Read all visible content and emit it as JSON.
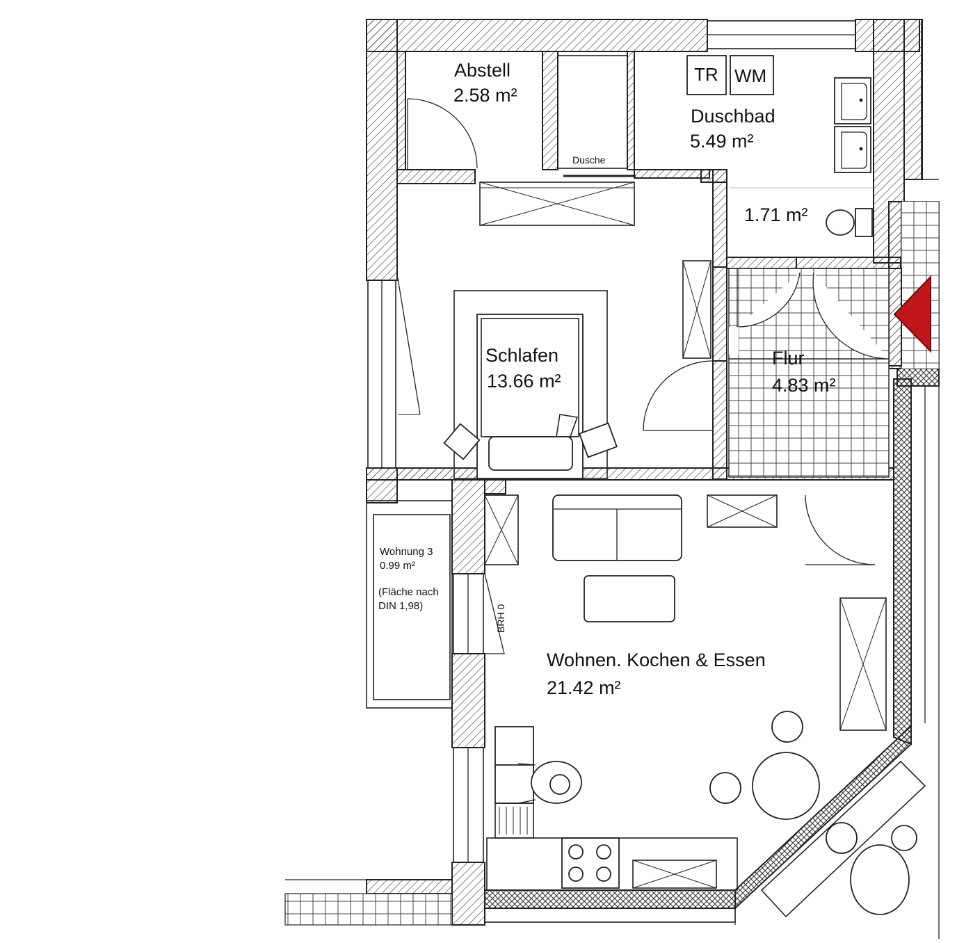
{
  "rooms": {
    "abstell": {
      "name": "Abstell",
      "area": "2.58 m²"
    },
    "dusche": {
      "name": "Dusche"
    },
    "duschbad": {
      "name": "Duschbad",
      "area": "5.49 m²",
      "fixture_tr": "TR",
      "fixture_wm": "WM"
    },
    "wc_area": {
      "area": "1.71 m²"
    },
    "schlafen": {
      "name": "Schlafen",
      "area": "13.66 m²"
    },
    "flur": {
      "name": "Flur",
      "area": "4.83 m²"
    },
    "balkon": {
      "name": "Wohnung 3",
      "area": "0.99 m²",
      "note_line1": "(Fläche nach",
      "note_line2": "DIN 1,98)"
    },
    "wohnen": {
      "name": "Wohnen. Kochen & Essen",
      "area": "21.42 m²"
    },
    "brh": {
      "label": "BRH 0"
    }
  },
  "colors": {
    "wall": "#222222",
    "entrance_marker": "#c0151b",
    "background": "#ffffff"
  },
  "icons": [
    "entrance-arrow-icon",
    "person-at-sink-icon",
    "cooktop-icon"
  ]
}
